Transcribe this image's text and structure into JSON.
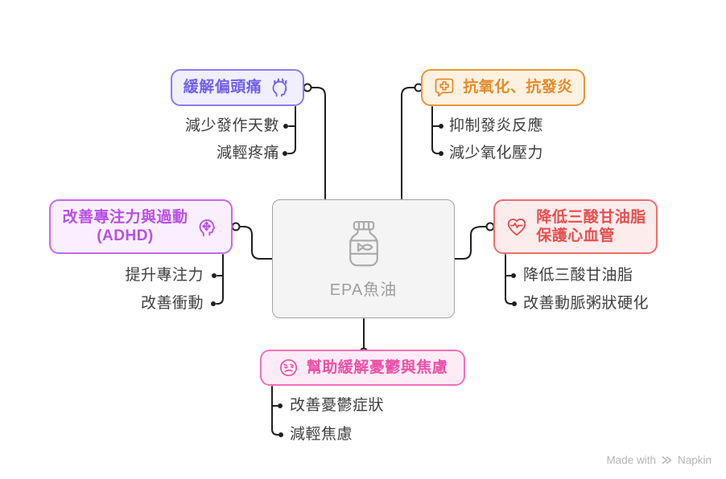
{
  "center": {
    "label": "EPA魚油",
    "icon": "fish-oil-bottle-icon"
  },
  "branches": {
    "migraine": {
      "label": "緩解偏頭痛",
      "icon": "headache-icon",
      "items": [
        "減少發作天數",
        "減輕疼痛"
      ]
    },
    "antiox": {
      "label": "抗氧化、抗發炎",
      "icon": "medical-cross-bubble-icon",
      "items": [
        "抑制發炎反應",
        "減少氧化壓力"
      ]
    },
    "adhd": {
      "label_line1": "改善專注力與過動",
      "label_line2": "(ADHD)",
      "icon": "adhd-head-arrows-icon",
      "items": [
        "提升專注力",
        "改善衝動"
      ]
    },
    "cardio": {
      "label_line1": "降低三酸甘油脂",
      "label_line2": "保護心血管",
      "icon": "heart-pulse-icon",
      "items": [
        "降低三酸甘油脂",
        "改善動脈粥狀硬化"
      ]
    },
    "mood": {
      "label": "幫助緩解憂鬱與焦慮",
      "icon": "worried-face-icon",
      "items": [
        "改善憂鬱症狀",
        "減輕焦慮"
      ]
    }
  },
  "watermark": {
    "text_prefix": "Made with",
    "brand": "Napkin"
  },
  "colors": {
    "migraine_accent": "#8a7bf7",
    "migraine_text": "#7160ea",
    "migraine_bg": "#f1eefe",
    "antiox_accent": "#ed9433",
    "antiox_text": "#e78a28",
    "antiox_bg": "#fdf2e2",
    "adhd_accent": "#c767f2",
    "adhd_text": "#b94fe6",
    "adhd_bg": "#faeffe",
    "cardio_accent": "#f26d6d",
    "cardio_text": "#e4504e",
    "cardio_bg": "#fdecec",
    "mood_accent": "#f270ba",
    "mood_text": "#ec51a8",
    "mood_bg": "#fdecf6",
    "center_border": "#a3a3a3",
    "center_bg": "#f4f4f4",
    "center_text": "#9e9e9e",
    "subitem_text": "#3f3f3f",
    "connector": "#1f1f1f",
    "watermark": "#b5b5b5"
  }
}
